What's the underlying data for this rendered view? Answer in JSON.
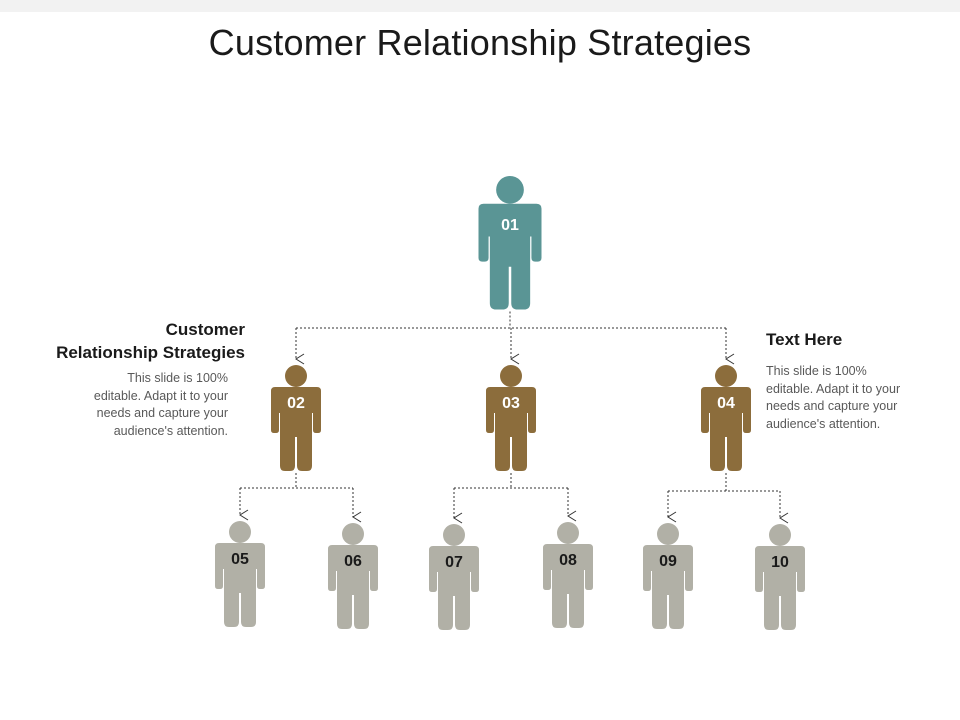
{
  "title": "Customer Relationship Strategies",
  "colors": {
    "level1": "#5a9595",
    "level2": "#8c6d3c",
    "level3": "#b1b0a6",
    "connector": "#333333"
  },
  "figures": [
    {
      "id": "01",
      "label": "01",
      "level": 1
    },
    {
      "id": "02",
      "label": "02",
      "level": 2
    },
    {
      "id": "03",
      "label": "03",
      "level": 2
    },
    {
      "id": "04",
      "label": "04",
      "level": 2
    },
    {
      "id": "05",
      "label": "05",
      "level": 3
    },
    {
      "id": "06",
      "label": "06",
      "level": 3
    },
    {
      "id": "07",
      "label": "07",
      "level": 3
    },
    {
      "id": "08",
      "label": "08",
      "level": 3
    },
    {
      "id": "09",
      "label": "09",
      "level": 3
    },
    {
      "id": "10",
      "label": "10",
      "level": 3
    }
  ],
  "links": [
    {
      "from": "01",
      "to": [
        "02",
        "03",
        "04"
      ]
    },
    {
      "from": "02",
      "to": [
        "05",
        "06"
      ]
    },
    {
      "from": "03",
      "to": [
        "07",
        "08"
      ]
    },
    {
      "from": "04",
      "to": [
        "09",
        "10"
      ]
    }
  ],
  "left_panel": {
    "heading_line1": "Customer",
    "heading_line2": "Relationship Strategies",
    "body": [
      "This slide is 100%",
      "editable. Adapt it to your",
      "needs and capture your",
      "audience's attention."
    ]
  },
  "right_panel": {
    "heading": "Text Here",
    "body": [
      "This slide is 100%",
      "editable. Adapt it to your",
      "needs and capture your",
      "audience's attention."
    ]
  }
}
